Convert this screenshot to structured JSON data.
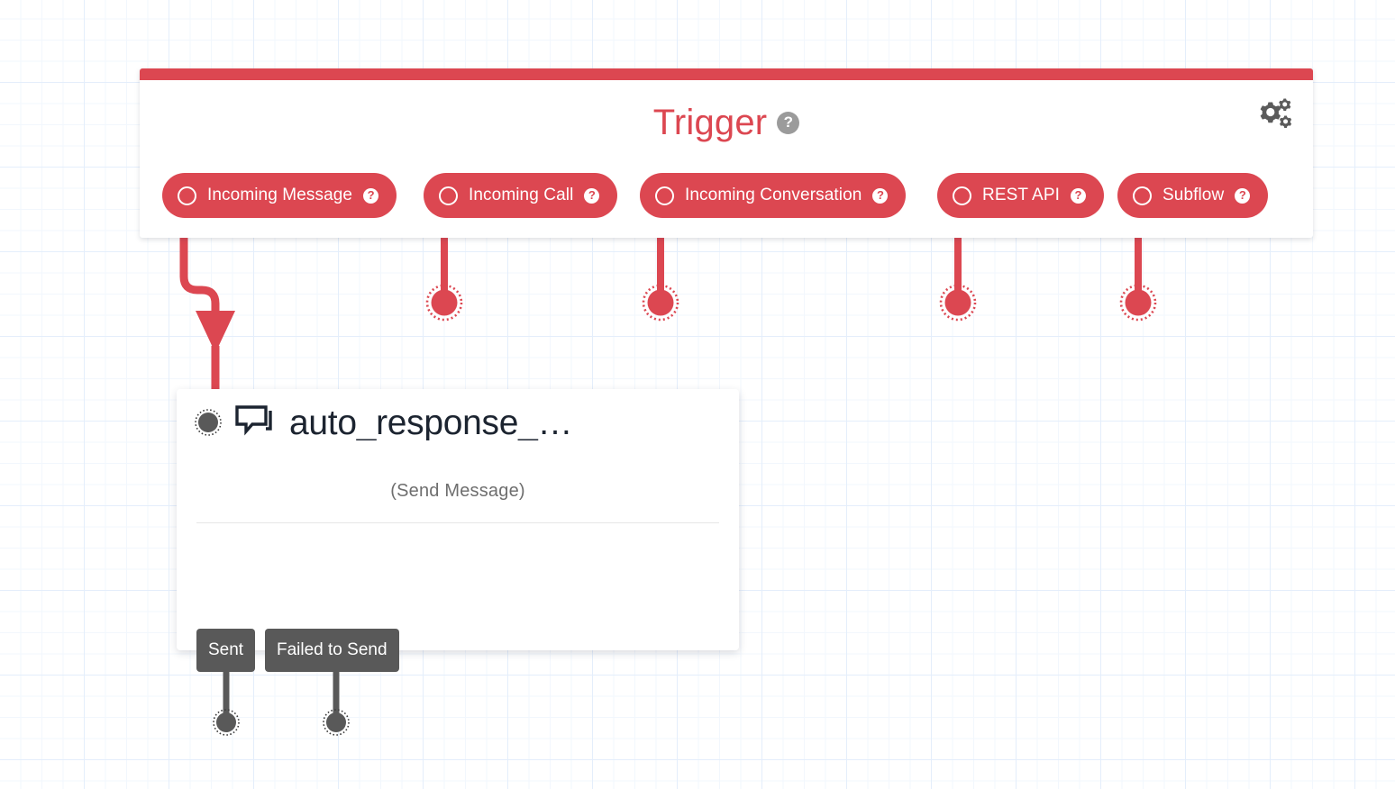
{
  "canvas": {
    "grid_color": "#e4eefb",
    "background": "#ffffff"
  },
  "theme": {
    "accent_red": "#dc4751",
    "port_gray": "#595959",
    "title_dark": "#1c2430",
    "subtitle_gray": "#6e6e6e",
    "help_badge_gray": "#9b9b9b"
  },
  "trigger_panel": {
    "title": "Trigger",
    "title_help_label": "?",
    "settings_icon": "gears-icon",
    "triggers": [
      {
        "label": "Incoming Message",
        "help_label": "?",
        "icon": "radio-circle-icon",
        "connected": true
      },
      {
        "label": "Incoming Call",
        "help_label": "?",
        "icon": "radio-circle-icon",
        "connected": false
      },
      {
        "label": "Incoming Conversation",
        "help_label": "?",
        "icon": "radio-circle-icon",
        "connected": false
      },
      {
        "label": "REST API",
        "help_label": "?",
        "icon": "radio-circle-icon",
        "connected": false
      },
      {
        "label": "Subflow",
        "help_label": "?",
        "icon": "radio-circle-icon",
        "connected": false
      }
    ]
  },
  "node": {
    "title": "auto_response_…",
    "subtitle": "(Send Message)",
    "icon": "speech-bubble-icon",
    "input_port_name": "input",
    "outputs": [
      {
        "label": "Sent"
      },
      {
        "label": "Failed to Send"
      }
    ]
  }
}
